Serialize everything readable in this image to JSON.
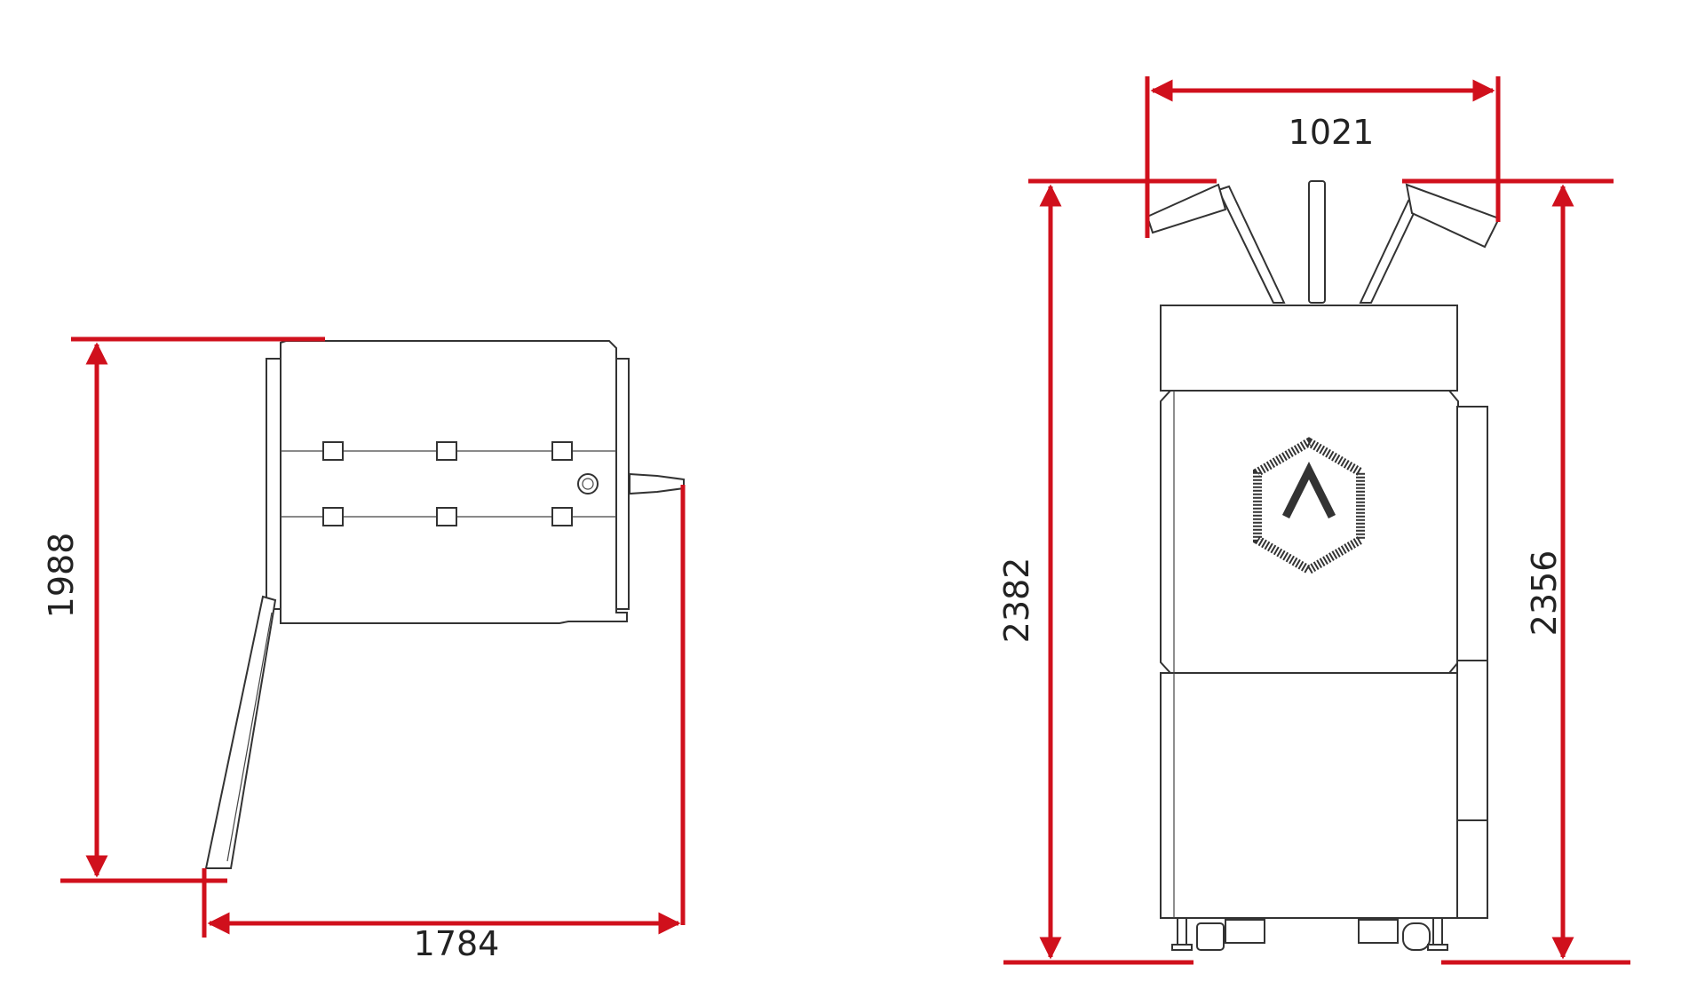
{
  "dimensions": {
    "top_view": {
      "depth": "1988",
      "width": "1784"
    },
    "front_view": {
      "arm_span": "1021",
      "height_total": "2382",
      "height_body": "2356"
    }
  },
  "colors": {
    "dimension_lines": "#d0101c",
    "drawing_lines": "#333333"
  }
}
